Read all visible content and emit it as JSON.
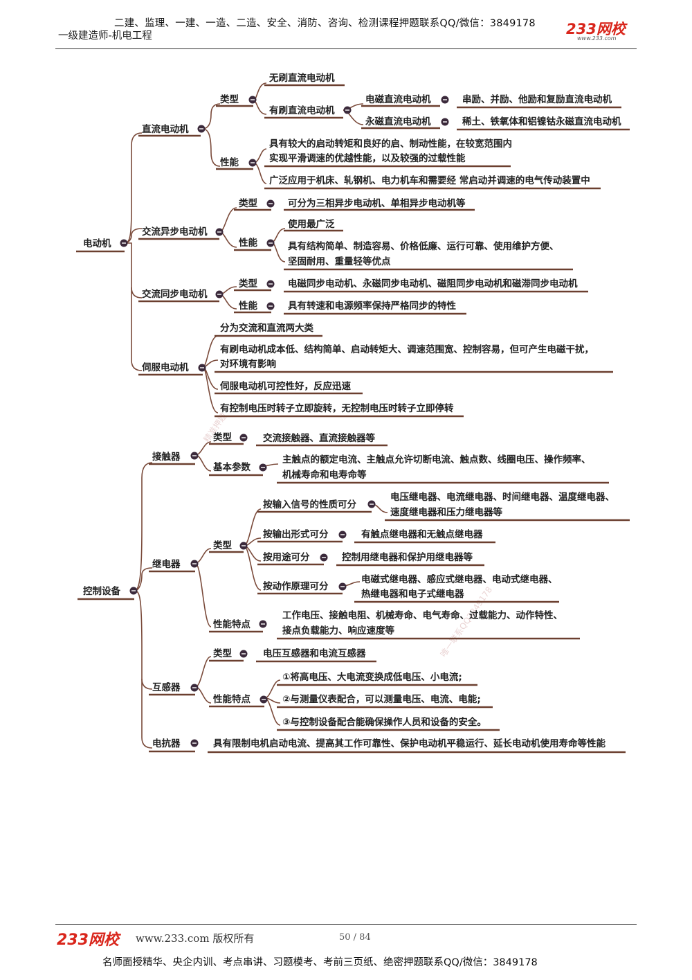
{
  "header": {
    "top_line": "二建、监理、一建、一造、二造、安全、消防、咨询、检测课程押题联系QQ/微信：3849178",
    "subtitle": "一级建造师-机电工程",
    "logo_text": "233网校",
    "logo_url": "www.233.com"
  },
  "mindmap": {
    "motor": {
      "root": "电动机",
      "dc": "直流电动机",
      "dc_type": "类型",
      "dc_brushless": "无刷直流电动机",
      "dc_brushed": "有刷直流电动机",
      "dc_em": "电磁直流电动机",
      "dc_em_desc": "串励、并励、他励和复励直流电动机",
      "dc_pm": "永磁直流电动机",
      "dc_pm_desc": "稀土、铁氧体和铝镍钴永磁直流电动机",
      "dc_perf": "性能",
      "dc_perf_1a": "具有较大的启动转矩和良好的启、制动性能，在较宽范围内",
      "dc_perf_1b": "实现平滑调速的优越性能，以及较强的过载性能",
      "dc_perf_2": "广泛应用于机床、轧钢机、电力机车和需要经 常启动并调速的电气传动装置中",
      "async": "交流异步电动机",
      "async_type": "类型",
      "async_type_desc": "可分为三相异步电动机、单相异步电动机等",
      "async_perf": "性能",
      "async_perf_1": "使用最广泛",
      "async_perf_2a": "具有结构简单、制造容易、价格低廉、运行可靠、使用维护方便、",
      "async_perf_2b": "坚固耐用、重量轻等优点",
      "sync": "交流同步电动机",
      "sync_type": "类型",
      "sync_type_desc": "电磁同步电动机、永磁同步电动机、磁阻同步电动机和磁滞同步电动机",
      "sync_perf": "性能",
      "sync_perf_desc": "具有转速和电源频率保持严格同步的特性",
      "servo": "伺服电动机",
      "servo_1": "分为交流和直流两大类",
      "servo_2a": "有刷电动机成本低、结构简单、启动转矩大、调速范围宽、控制容易，但可产生电磁干扰，",
      "servo_2b": "对环境有影响",
      "servo_3": "伺服电动机可控性好，反应迅速",
      "servo_4": "有控制电压时转子立即旋转，无控制电压时转子立即停转"
    },
    "control": {
      "root": "控制设备",
      "contactor": "接触器",
      "con_type": "类型",
      "con_type_desc": "交流接触器、直流接触器等",
      "con_param": "基本参数",
      "con_param_a": "主触点的额定电流、主触点允许切断电流、触点数、线圈电压、操作频率、",
      "con_param_b": "机械寿命和电寿命等",
      "relay": "继电器",
      "relay_type": "类型",
      "relay_in": "按输入信号的性质可分",
      "relay_in_a": "电压继电器、电流继电器、时间继电器、温度继电器、",
      "relay_in_b": "速度继电器和压力继电器等",
      "relay_out": "按输出形式可分",
      "relay_out_desc": "有触点继电器和无触点继电器",
      "relay_use": "按用途可分",
      "relay_use_desc": "控制用继电器和保护用继电器等",
      "relay_act": "按动作原理可分",
      "relay_act_a": "电磁式继电器、感应式继电器、电动式继电器、",
      "relay_act_b": "热继电器和电子式继电器",
      "relay_perf": "性能特点",
      "relay_perf_a": "工作电压、接触电阻、机械寿命、电气寿命、过载能力、动作特性、",
      "relay_perf_b": "接点负载能力、响应速度等",
      "trans": "互感器",
      "trans_type": "类型",
      "trans_type_desc": "电压互感器和电流互感器",
      "trans_perf": "性能特点",
      "trans_perf_1": "①将高电压、大电流变换成低电压、小电流;",
      "trans_perf_2": "②与测量仪表配合，可以测量电压、电流、电能;",
      "trans_perf_3": "③与控制设备配合能确保操作人员和设备的安全。",
      "reactor": "电抗器",
      "reactor_desc": "具有限制电机启动电流、提高其工作可靠性、保护电动机平稳运行、延长电动机使用寿命等性能"
    }
  },
  "watermarks": [
    "精准押题",
    "唯一联系QQ3849178"
  ],
  "footer": {
    "logo_text": "233网校",
    "copyright": "www.233.com 版权所有",
    "page": "50 / 84",
    "bottom_line": "名师面授精华、央企内训、考点串讲、习题模考、考前三页纸、绝密押题联系QQ/微信：3849178"
  }
}
